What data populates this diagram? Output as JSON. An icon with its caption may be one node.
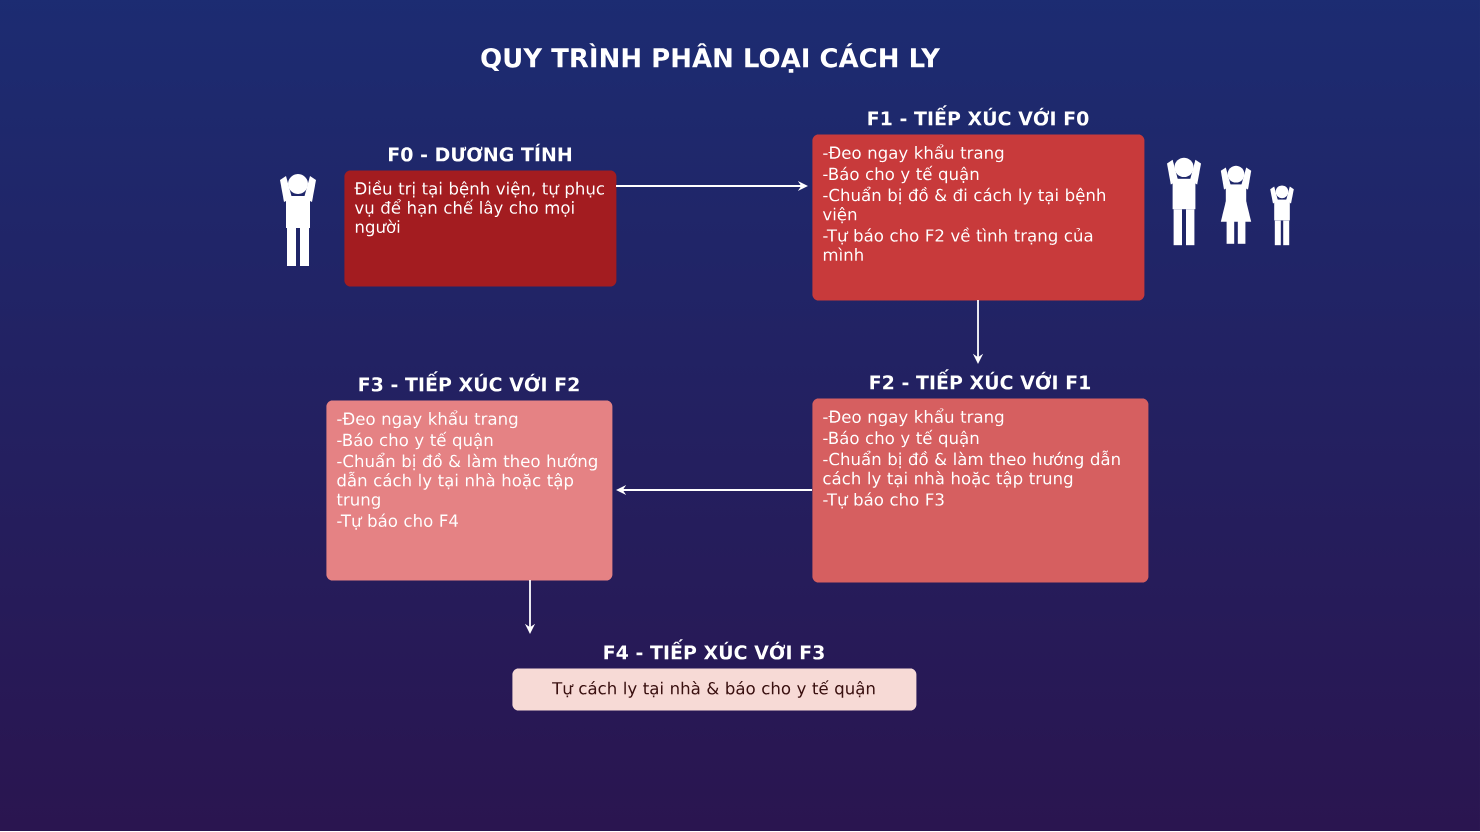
{
  "diagram": {
    "title": "QUY TRÌNH PHÂN LOẠI CÁCH LY",
    "nodes": [
      {
        "text": [
          "F0 - DƯƠNG TÍNH",
          "Điều trị tại bệnh viện, tự phục vụ để hạn chế lây cho mọi người"
        ]
      },
      {
        "text": [
          "F1 - TIẾP XÚC VỚI F0",
          "-Đeo ngay khẩu trang",
          "-Báo cho y tế quận",
          "-Chuẩn bị đồ & đi cách ly tại bệnh viện",
          "-Tự báo cho F2 về tình trạng của mình"
        ]
      },
      {
        "text": [
          "F2 - TIẾP XÚC VỚI F1",
          "-Đeo ngay khẩu trang",
          "-Báo cho y tế quận",
          "-Chuẩn bị đồ & làm theo hướng dẫn cách ly tại nhà hoặc tập trung",
          "-Tự báo cho F3"
        ]
      },
      {
        "text": [
          "F3 - TIẾP XÚC VỚI F2",
          "-Đeo ngay khẩu trang",
          "-Báo cho y tế quận",
          "-Chuẩn bị đồ & làm theo hướng dẫn cách ly tại nhà hoặc tập trung",
          "-Tự báo cho F4"
        ]
      },
      {
        "text": [
          "F4 - TIẾP XÚC VỚI F3",
          "Tự cách ly tại nhà & báo cho y tế quận"
        ]
      }
    ],
    "edges": [
      {
        "from": 0,
        "to": 1,
        "arrow": "to"
      },
      {
        "from": 1,
        "to": 2,
        "arrow": "to"
      },
      {
        "from": 2,
        "to": 3,
        "arrow": "to"
      },
      {
        "from": 3,
        "to": 4,
        "arrow": "to"
      }
    ]
  }
}
